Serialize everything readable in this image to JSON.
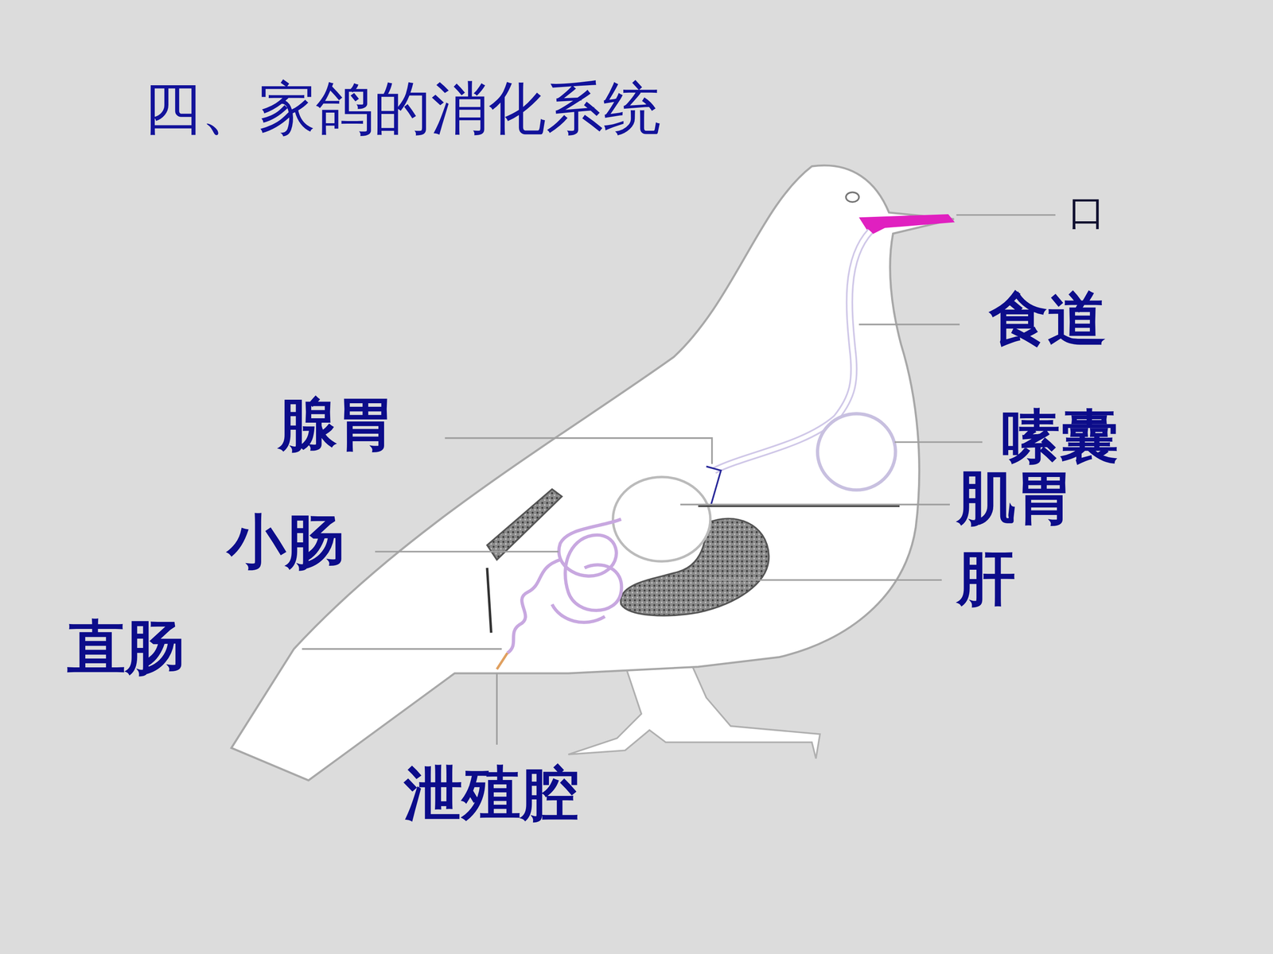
{
  "diagram": {
    "title": "四、家鸽的消化系统",
    "labels": [
      "口",
      "食道",
      "嗉囊",
      "腺胃",
      "肌胃",
      "小肠",
      "肝",
      "直肠",
      "泄殖腔"
    ]
  }
}
